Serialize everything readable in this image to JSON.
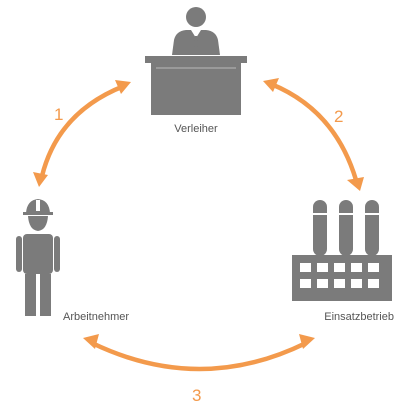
{
  "nodes": {
    "lender": {
      "label": "Verleiher",
      "icon": "person-at-desk-icon"
    },
    "worker": {
      "label": "Arbeitnehmer",
      "icon": "construction-worker-icon"
    },
    "company": {
      "label": "Einsatzbetrieb",
      "icon": "factory-icon"
    }
  },
  "relations": [
    {
      "label": "1",
      "between": [
        "Verleiher",
        "Arbeitnehmer"
      ]
    },
    {
      "label": "2",
      "between": [
        "Verleiher",
        "Einsatzbetrieb"
      ]
    },
    {
      "label": "3",
      "between": [
        "Arbeitnehmer",
        "Einsatzbetrieb"
      ]
    }
  ],
  "colors": {
    "accent": "#f39a4c",
    "icon": "#7b7b7b",
    "text": "#555555"
  }
}
